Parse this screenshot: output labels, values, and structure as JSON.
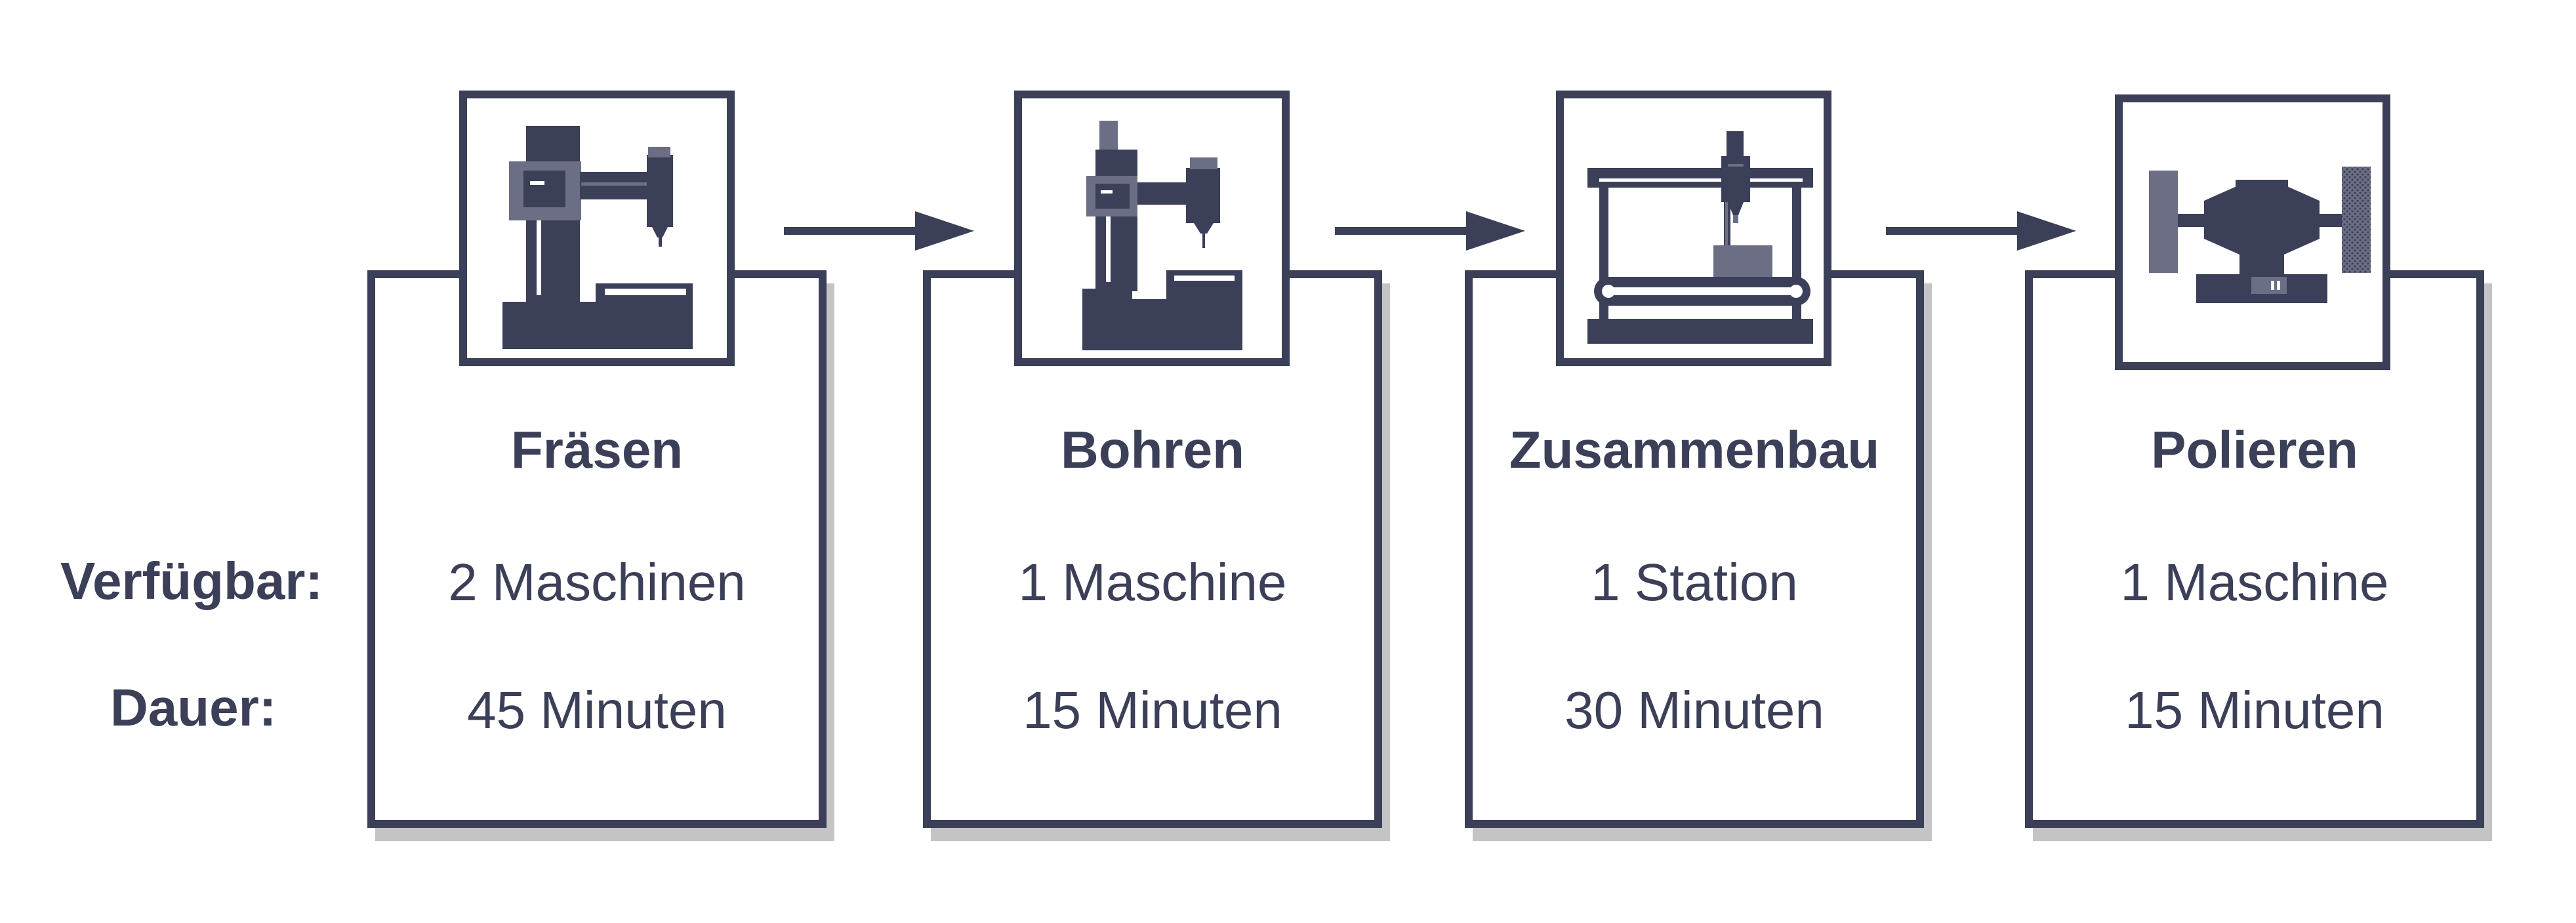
{
  "labels": {
    "available": "Verfügbar:",
    "duration": "Dauer:"
  },
  "colors": {
    "ink": "#3b3f58",
    "accent": "#6b6e84",
    "shadow": "#c4c4c6"
  },
  "stations": [
    {
      "title": "Fräsen",
      "available": "2 Maschinen",
      "duration": "45 Minuten",
      "icon": "milling-machine-icon"
    },
    {
      "title": "Bohren",
      "available": "1 Maschine",
      "duration": "15 Minuten",
      "icon": "drill-press-icon"
    },
    {
      "title": "Zusammenbau",
      "available": "1 Station",
      "duration": "30 Minuten",
      "icon": "assembly-station-icon"
    },
    {
      "title": "Polieren",
      "available": "1 Maschine",
      "duration": "15 Minuten",
      "icon": "bench-polisher-icon"
    }
  ]
}
